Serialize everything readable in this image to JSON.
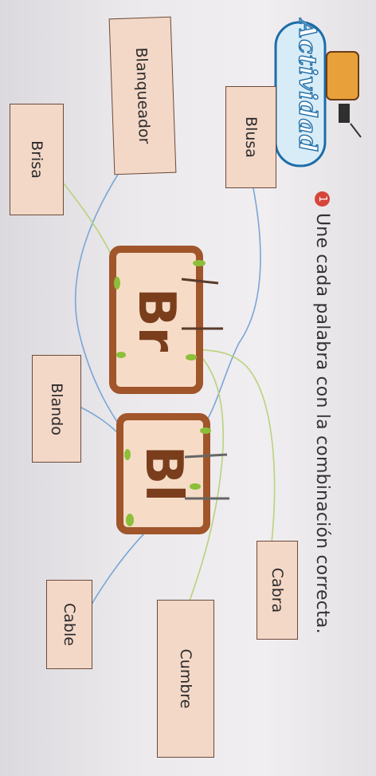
{
  "header": {
    "logo_text": "Actividad",
    "exercise_number": "1",
    "instruction": "Une cada palabra con la combinación correcta."
  },
  "combinations": [
    {
      "label": "Br"
    },
    {
      "label": "Bl"
    }
  ],
  "words": [
    {
      "label": "Blanqueador"
    },
    {
      "label": "Blusa"
    },
    {
      "label": "Brisa"
    },
    {
      "label": "Blando"
    },
    {
      "label": "Cabra"
    },
    {
      "label": "Cumbre"
    },
    {
      "label": "Cable"
    }
  ],
  "colors": {
    "tag_fill": "#f3d7c7",
    "combo_border": "#a0552a",
    "blue_line": "#7aa6d6",
    "green_line": "#b9d27a"
  }
}
